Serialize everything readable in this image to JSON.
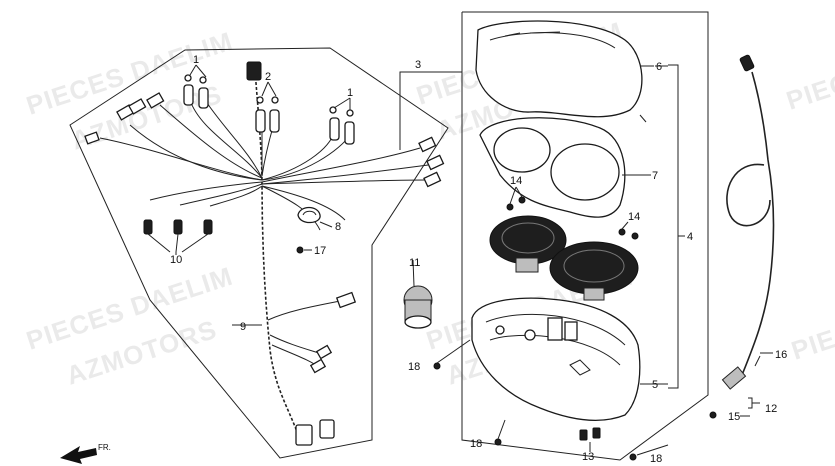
{
  "callouts": {
    "c1a": "1",
    "c1b": "1",
    "c2": "2",
    "c3": "3",
    "c4": "4",
    "c5": "5",
    "c6": "6",
    "c7": "7",
    "c8": "8",
    "c9": "9",
    "c10": "10",
    "c11": "11",
    "c12": "12",
    "c13": "13",
    "c14a": "14",
    "c14b": "14",
    "c15": "15",
    "c16": "16",
    "c17": "17",
    "c18a": "18",
    "c18b": "18",
    "c18c": "18"
  },
  "direction_label": "FR.",
  "watermarks": {
    "w1": "PIECES DAELIM",
    "w2": "AZMOTORS",
    "w3": "PIECES DAELIM",
    "w4": "AZMOTORS",
    "w5": "PIECES DAELIM",
    "w6": "AZMOTORS",
    "w7": "PIECES DAELIM",
    "w8": "AZMOTORS",
    "w9": "PIECES",
    "w10": "PIECES"
  }
}
